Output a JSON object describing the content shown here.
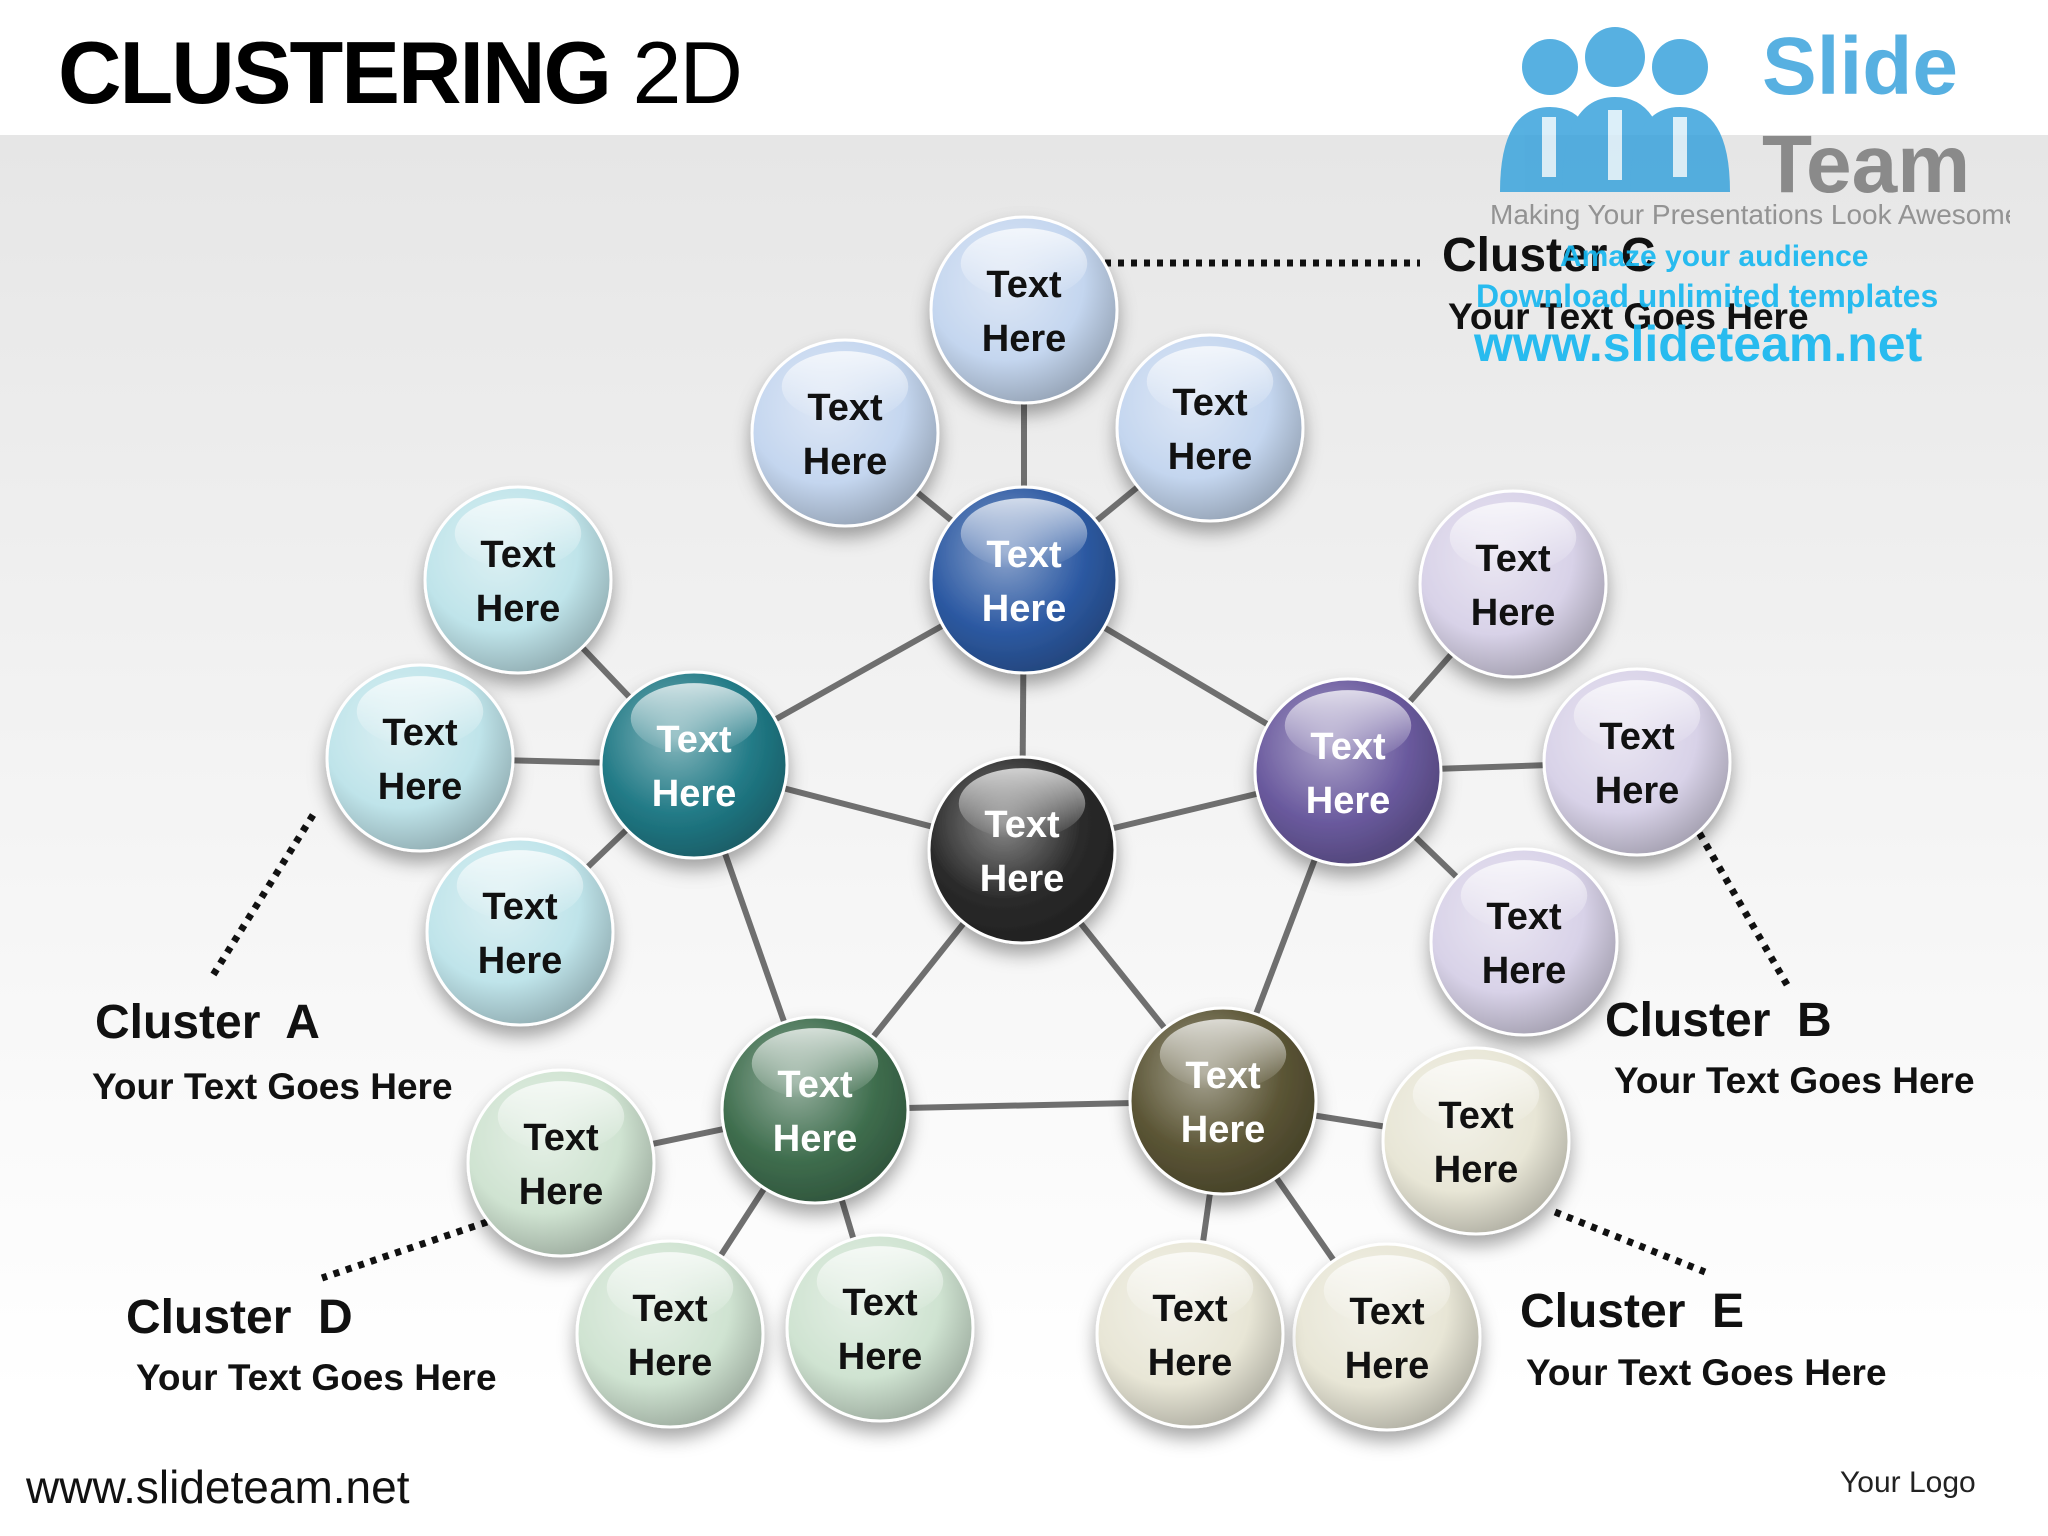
{
  "title": {
    "bold": "CLUSTERING",
    "light": "2D"
  },
  "center_node": "Text\nHere",
  "hub_nodes": {
    "a": "Text\nHere",
    "b": "Text\nHere",
    "c": "Text\nHere",
    "d": "Text\nHere",
    "e": "Text\nHere"
  },
  "leaf_label": "Text\nHere",
  "clusters": {
    "a": {
      "name": "Cluster  A",
      "subtitle": "Your Text Goes Here"
    },
    "b": {
      "name": "Cluster  B",
      "subtitle": "Your Text Goes Here"
    },
    "c": {
      "name": "Cluster C",
      "subtitle": "Your Text Goes Here"
    },
    "d": {
      "name": "Cluster  D",
      "subtitle": "Your Text Goes Here"
    },
    "e": {
      "name": "Cluster  E",
      "subtitle": "Your Text Goes Here"
    }
  },
  "watermark": {
    "brand_line1": "Slide",
    "brand_line2": "Team",
    "tagline": "Making Your Presentations Look Awesome",
    "promo1": "Amaze your audience",
    "promo2": "Download unlimited templates",
    "promo3": "www.slideteam.net"
  },
  "footer": {
    "url": "www.slideteam.net",
    "logo": "Your Logo"
  },
  "colors": {
    "center": "#2a2a2a",
    "hub_a": "#217a86",
    "hub_b": "#6a5a9e",
    "hub_c": "#2d5aa3",
    "hub_d": "#3f6e4e",
    "hub_e": "#5b5535",
    "leaf_a": "#bfe4ea",
    "leaf_b": "#d8d2e8",
    "leaf_c": "#c4d6ef",
    "leaf_d": "#cfe3d1",
    "leaf_e": "#e8e6d6",
    "connector": "#6f6f6f",
    "watermark_blue": "#18b8f0"
  }
}
